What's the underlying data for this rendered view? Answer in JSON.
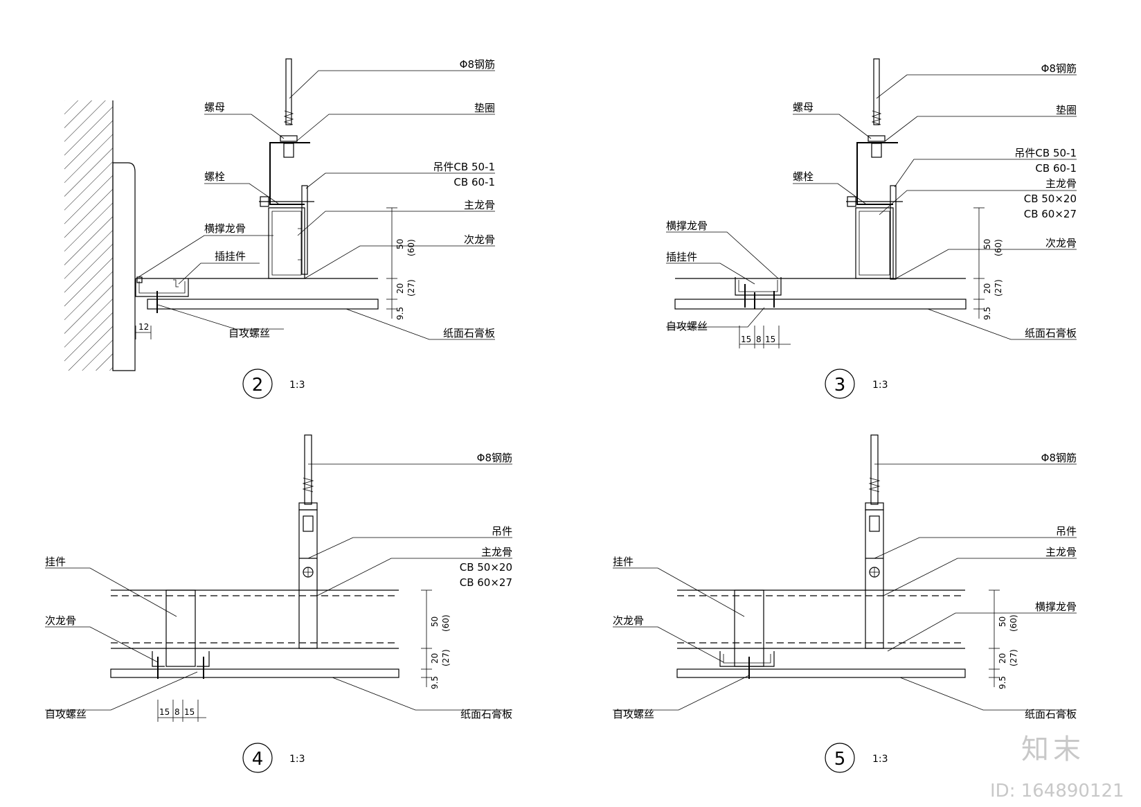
{
  "colors": {
    "ink": "#000000",
    "background": "#ffffff",
    "watermark": "#c8c8c8"
  },
  "details": [
    {
      "number": "2",
      "scale": "1:3",
      "labels": {
        "rebar": "Φ8钢筋",
        "nut": "螺母",
        "washer": "垫圈",
        "bolt": "螺栓",
        "hanger_1": "吊件CB 50-1",
        "hanger_2": "CB 60-1",
        "main_keel": "主龙骨",
        "cross_keel": "横撑龙骨",
        "insert_hanger": "插挂件",
        "sub_keel": "次龙骨",
        "screw": "自攻螺丝",
        "gypsum": "纸面石膏板"
      },
      "dims": {
        "d50": "50",
        "d60": "(60)",
        "d20": "20",
        "d27": "(27)",
        "d95": "9.5",
        "d12": "12"
      }
    },
    {
      "number": "3",
      "scale": "1:3",
      "labels": {
        "rebar": "Φ8钢筋",
        "nut": "螺母",
        "washer": "垫圈",
        "bolt": "螺栓",
        "hanger_1": "吊件CB 50-1",
        "hanger_2": "CB 60-1",
        "main_keel": "主龙骨",
        "main_spec_1": "CB 50×20",
        "main_spec_2": "CB 60×27",
        "cross_keel": "横撑龙骨",
        "insert_hanger": "插挂件",
        "sub_keel": "次龙骨",
        "screw": "自攻螺丝",
        "gypsum": "纸面石膏板"
      },
      "dims": {
        "d50": "50",
        "d60": "(60)",
        "d20": "20",
        "d27": "(27)",
        "d95": "9.5",
        "w1": "15",
        "w2": "8",
        "w3": "15"
      }
    },
    {
      "number": "4",
      "scale": "1:3",
      "labels": {
        "rebar": "Φ8钢筋",
        "hanger": "吊件",
        "main_keel": "主龙骨",
        "main_spec_1": "CB 50×20",
        "main_spec_2": "CB 60×27",
        "pendant": "挂件",
        "sub_keel": "次龙骨",
        "screw": "自攻螺丝",
        "gypsum": "纸面石膏板"
      },
      "dims": {
        "d50": "50",
        "d60": "(60)",
        "d20": "20",
        "d27": "(27)",
        "d95": "9.5",
        "w1": "15",
        "w2": "8",
        "w3": "15"
      }
    },
    {
      "number": "5",
      "scale": "1:3",
      "labels": {
        "rebar": "Φ8钢筋",
        "hanger": "吊件",
        "main_keel": "主龙骨",
        "cross_keel": "横撑龙骨",
        "pendant": "挂件",
        "sub_keel": "次龙骨",
        "screw": "自攻螺丝",
        "gypsum": "纸面石膏板"
      },
      "dims": {
        "d50": "50",
        "d60": "(60)",
        "d20": "20",
        "d27": "(27)",
        "d95": "9.5"
      }
    }
  ],
  "watermark": {
    "brand": "知末",
    "id": "ID: 164890121"
  }
}
